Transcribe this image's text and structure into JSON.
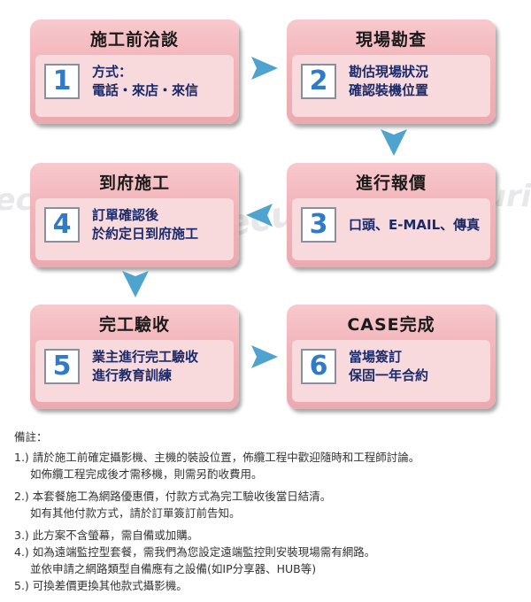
{
  "steps": [
    {
      "num": "1",
      "title": "施工前洽談",
      "lines": [
        "方式：",
        "電話・來店・來信"
      ]
    },
    {
      "num": "2",
      "title": "現場勘查",
      "lines": [
        "勘估現場狀況",
        "確認裝機位置"
      ]
    },
    {
      "num": "3",
      "title": "進行報價",
      "lines": [
        "口頭、E-MAIL、傳真"
      ]
    },
    {
      "num": "4",
      "title": "到府施工",
      "lines": [
        "訂單確認後",
        "於約定日到府施工"
      ]
    },
    {
      "num": "5",
      "title": "完工驗收",
      "lines": [
        "業主進行完工驗收",
        "進行教育訓練"
      ]
    },
    {
      "num": "6",
      "title": "CASE完成",
      "lines": [
        "當場簽訂",
        "保固一年合約"
      ]
    }
  ],
  "watermark": {
    "text": "Security Eye"
  },
  "colors": {
    "arrow": "#4fa3cf",
    "number": "#2f7bc8",
    "card": "#f2b3b9"
  },
  "notes": {
    "heading": "備註：",
    "items": [
      {
        "main": "1.) 請於施工前確定攝影機、主機的裝設位置，佈纜工程中歡迎隨時和工程師討論。",
        "sub": "如佈纜工程完成後才需移機，則需另酌收費用。"
      },
      {
        "main": "2.) 本套餐施工為網路優惠價，付款方式為完工驗收後當日結清。",
        "sub": "如有其他付款方式，請於訂單簽訂前告知。"
      },
      {
        "main": "3.) 此方案不含螢幕，需自備或加購。",
        "sub": ""
      },
      {
        "main": "4.) 如為遠端監控型套餐，需我們為您設定遠端監控則安裝現場需有網路。",
        "sub": "並依申請之網路類型自備應有之設備(如IP分享器、HUB等)"
      },
      {
        "main": "5.) 可換差價更換其他款式攝影機。",
        "sub": ""
      }
    ]
  }
}
